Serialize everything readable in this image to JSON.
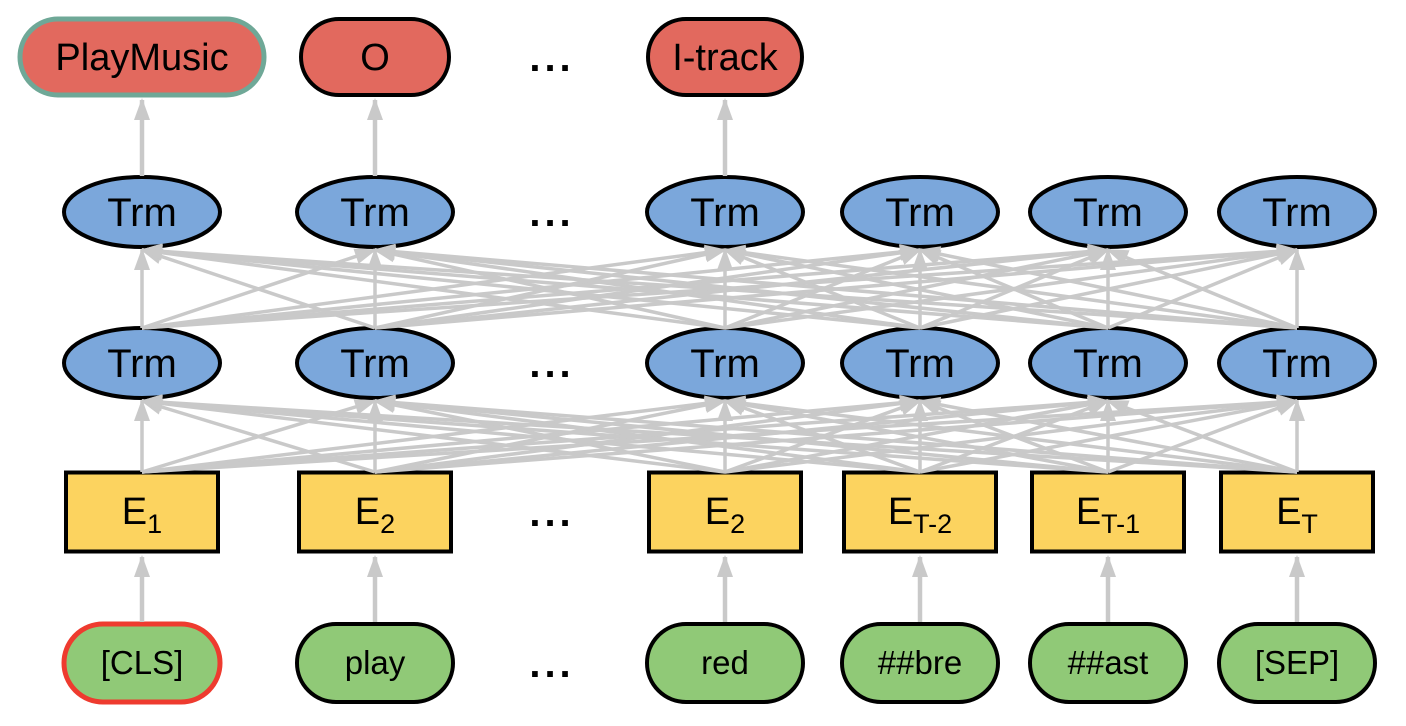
{
  "figure": {
    "description": "BERT-style transformer diagram for joint intent classification (PlayMusic) and slot filling (O / I-track) over a tokenized utterance",
    "colors": {
      "output_fill": "#E2695E",
      "intent_border": "#6FA897",
      "transformer_fill": "#7BA7DB",
      "embedding_fill": "#FCD35F",
      "token_fill": "#90C977",
      "cls_border": "#EE3B2F",
      "node_border": "#000000",
      "arrow": "#C9C9C9",
      "text": "#000000",
      "background": "#FFFFFF"
    },
    "rows": {
      "outputs": {
        "items": [
          {
            "label": "PlayMusic"
          },
          {
            "label": "O"
          },
          {
            "label": "..."
          },
          {
            "label": "I-track"
          }
        ]
      },
      "trm_top": {
        "label": "Trm",
        "dots": "..."
      },
      "trm_bottom": {
        "label": "Trm",
        "dots": "..."
      },
      "embeddings": {
        "items": [
          {
            "base": "E",
            "sub": "1"
          },
          {
            "base": "E",
            "sub": "2"
          },
          {
            "label": "..."
          },
          {
            "base": "E",
            "sub": "2"
          },
          {
            "base": "E",
            "sub": "T-2"
          },
          {
            "base": "E",
            "sub": "T-1"
          },
          {
            "base": "E",
            "sub": "T"
          }
        ]
      },
      "tokens": {
        "items": [
          {
            "label": "[CLS]"
          },
          {
            "label": "play"
          },
          {
            "label": "..."
          },
          {
            "label": "red"
          },
          {
            "label": "##bre"
          },
          {
            "label": "##ast"
          },
          {
            "label": "[SEP]"
          }
        ]
      }
    }
  }
}
